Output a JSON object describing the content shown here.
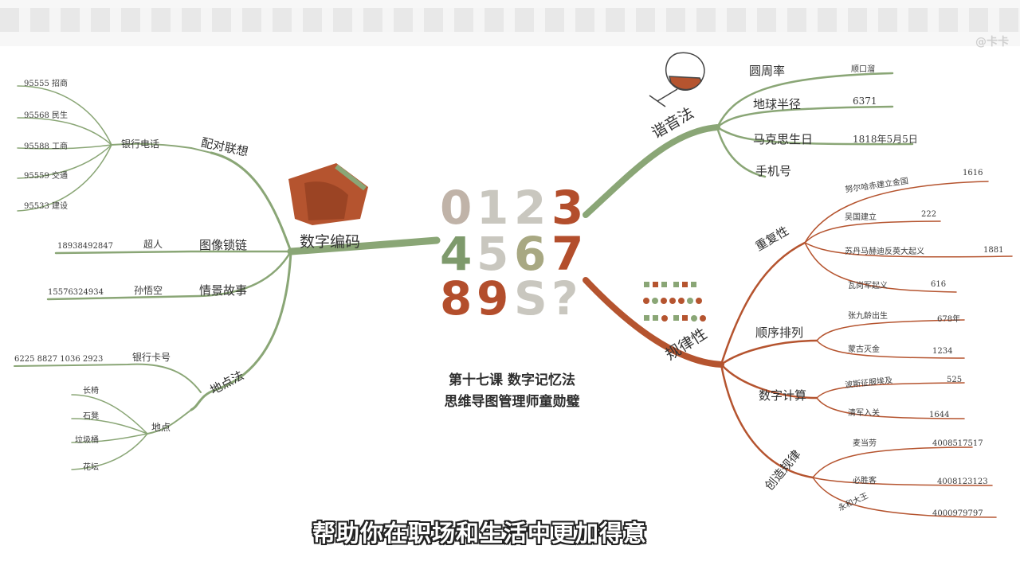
{
  "title": "第十七课 数字记忆法",
  "author": "思维导图管理师童勋璧",
  "subtitle": "帮助你在职场和生活中更加得意",
  "watermark": "@卡卡",
  "colors": {
    "green": "#8aa676",
    "orange": "#b5542f",
    "digit_green": "#7e9a6c",
    "digit_orange": "#b34e2c",
    "digit_grey": "#c9c7bf"
  },
  "center_digits": [
    "0",
    "1",
    "2",
    "3",
    "4",
    "5",
    "6",
    "7",
    "8",
    "9",
    "S",
    "?"
  ],
  "left": {
    "root": "数字编码",
    "peidui": {
      "label": "配对联想",
      "sub": "银行电话",
      "items": [
        "95555 招商",
        "95568 民生",
        "95588 工商",
        "95559 交通",
        "95533 建设"
      ]
    },
    "tuxiang": {
      "label": "图像锁链",
      "sub": "超人",
      "num": "18938492847"
    },
    "qingjing": {
      "label": "情景故事",
      "sub": "孙悟空",
      "num": "15576324934"
    },
    "didian": {
      "label": "地点法",
      "card_label": "银行卡号",
      "card_num": "6225 8827 1036 2923",
      "place_label": "地点",
      "places": [
        "长椅",
        "石凳",
        "垃圾桶",
        "花坛"
      ]
    }
  },
  "right_top": {
    "root": "谐音法",
    "items": [
      {
        "label": "圆周率",
        "value": "顺口溜"
      },
      {
        "label": "地球半径",
        "value": "6371"
      },
      {
        "label": "马克思生日",
        "value": "1818年5月5日"
      },
      {
        "label": "手机号",
        "value": ""
      }
    ]
  },
  "right_bottom": {
    "root": "规律性",
    "chongfu": {
      "label": "重复性",
      "items": [
        {
          "label": "努尔哈赤建立金国",
          "value": "1616"
        },
        {
          "label": "吴国建立",
          "value": "222"
        },
        {
          "label": "苏丹马赫迪反英大起义",
          "value": "1881"
        },
        {
          "label": "瓦岗军起义",
          "value": "616"
        }
      ]
    },
    "shunxu": {
      "label": "顺序排列",
      "items": [
        {
          "label": "张九龄出生",
          "value": "678年"
        },
        {
          "label": "蒙古灭金",
          "value": "1234"
        }
      ]
    },
    "jisuan": {
      "label": "数字计算",
      "items": [
        {
          "label": "波斯征服埃及",
          "value": "525"
        },
        {
          "label": "清军入关",
          "value": "1644"
        }
      ]
    },
    "chuangzao": {
      "label": "创造规律",
      "items": [
        {
          "label": "麦当劳",
          "value": "4008517517"
        },
        {
          "label": "必胜客",
          "value": "4008123123"
        },
        {
          "label": "永和大王",
          "value": "4000979797"
        }
      ]
    }
  }
}
